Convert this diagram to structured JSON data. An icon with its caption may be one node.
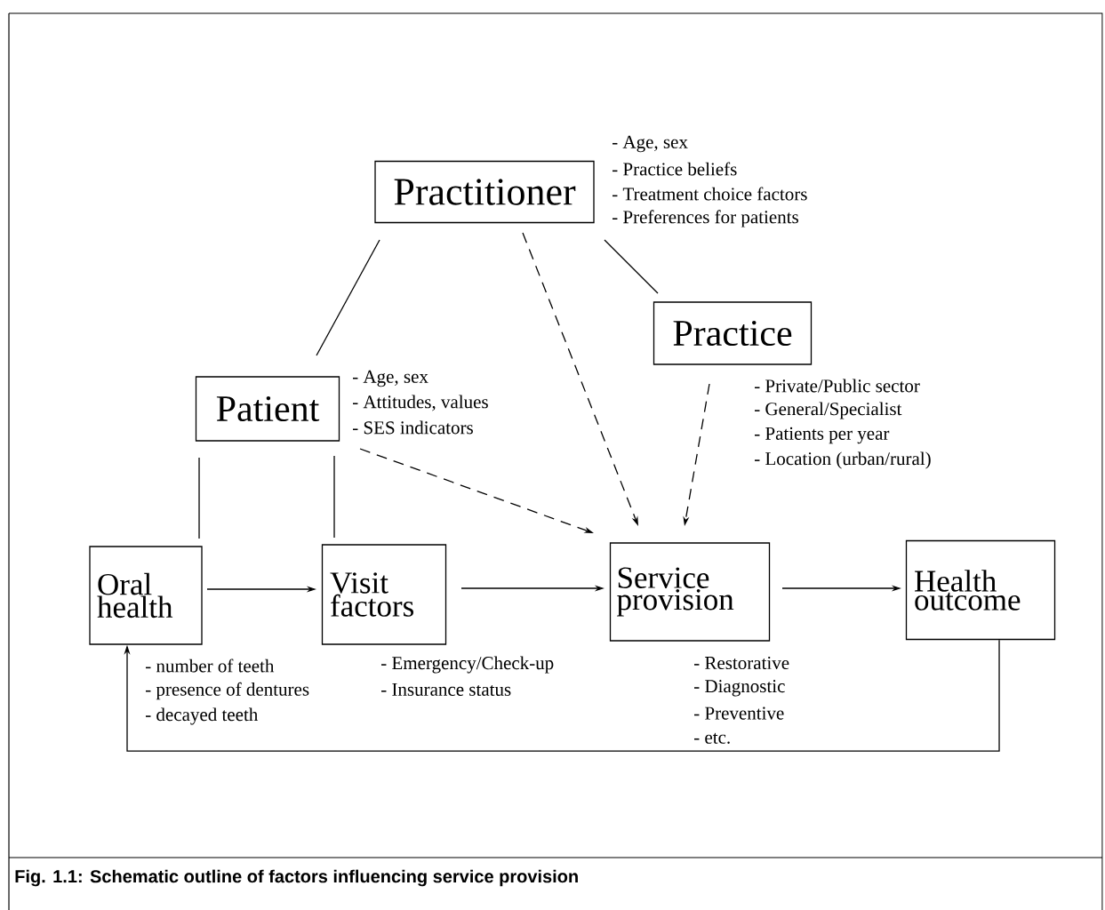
{
  "diagram": {
    "caption": "Fig. 1.1: Schematic outline of factors influencing service provision",
    "nodes": [
      {
        "text": [
          "Practitioner"
        ],
        "beside": [
          "- Age, sex",
          "- Practice beliefs",
          "- Treatment choice factors",
          "- Preferences for patients"
        ]
      },
      {
        "text": [
          "Practice"
        ],
        "beside": [
          "- Private/Public sector",
          "- General/Specialist",
          "- Patients per year",
          "- Location (urban/rural)"
        ]
      },
      {
        "text": [
          "Patient"
        ],
        "beside": [
          "- Age, sex",
          "- Attitudes, values",
          "- SES indicators"
        ]
      },
      {
        "text": [
          "Oral health"
        ],
        "beside": [
          "- number of teeth",
          "- presence of dentures",
          "- decayed teeth"
        ]
      },
      {
        "text": [
          "Visit factors"
        ],
        "beside": [
          "- Emergency/Check-up",
          "- Insurance status"
        ]
      },
      {
        "text": [
          "Service provision"
        ],
        "beside": [
          "- Restorative",
          "- Diagnostic",
          "- Preventive",
          "- etc."
        ]
      },
      {
        "text": [
          "Health outcome"
        ]
      }
    ],
    "edges": [
      {
        "from": 0,
        "to": 2,
        "arrow": "none"
      },
      {
        "from": 0,
        "to": 1,
        "arrow": "none"
      },
      {
        "from": 0,
        "to": 5,
        "arrow": "to",
        "style": "dashed"
      },
      {
        "from": 1,
        "to": 5,
        "arrow": "to",
        "style": "dashed"
      },
      {
        "from": 2,
        "to": 5,
        "arrow": "to",
        "style": "dashed"
      },
      {
        "from": 2,
        "to": 3,
        "arrow": "none"
      },
      {
        "from": 2,
        "to": 4,
        "arrow": "none"
      },
      {
        "from": 3,
        "to": 4,
        "arrow": "to"
      },
      {
        "from": 4,
        "to": 5,
        "arrow": "to"
      },
      {
        "from": 5,
        "to": 6,
        "arrow": "to"
      },
      {
        "from": 6,
        "to": 3,
        "arrow": "to"
      }
    ]
  }
}
